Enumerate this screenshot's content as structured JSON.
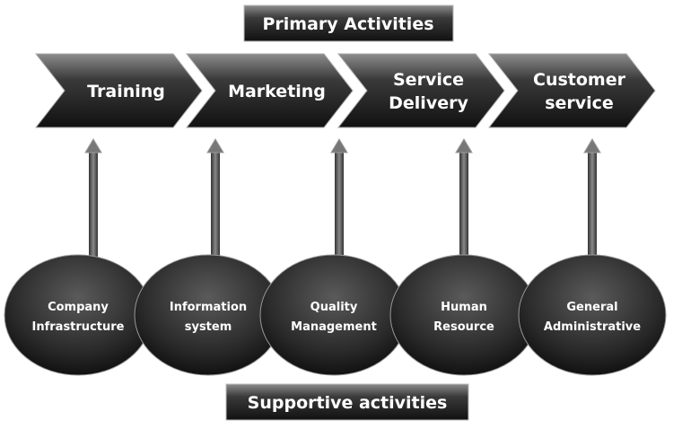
{
  "primary_label": "Primary Activities",
  "supportive_label": "Supportive activities",
  "primary": [
    {
      "lines": [
        "Training"
      ]
    },
    {
      "lines": [
        "Marketing"
      ]
    },
    {
      "lines": [
        "Service",
        "Delivery"
      ]
    },
    {
      "lines": [
        "Customer",
        "service"
      ]
    }
  ],
  "supportive": [
    {
      "lines": [
        "Company",
        "Infrastructure"
      ]
    },
    {
      "lines": [
        "Information",
        "system"
      ]
    },
    {
      "lines": [
        "Quality",
        "Management"
      ]
    },
    {
      "lines": [
        "Human",
        "Resource"
      ]
    },
    {
      "lines": [
        "General",
        "Administrative"
      ]
    }
  ],
  "colors": {
    "dark": "#1e1e1e",
    "mid": "#4a4a4a",
    "light": "#8a8a8a",
    "text": "#ffffff"
  }
}
